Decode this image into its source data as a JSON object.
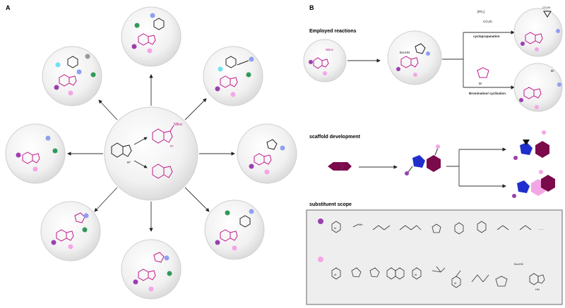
{
  "panel_a": {
    "label": "A"
  },
  "panel_b": {
    "label": "B"
  },
  "center": {
    "label_top": "NBoc",
    "sub_r1": "R¹",
    "sub_r2": "R²"
  },
  "reactions": {
    "title": "Employed reactions",
    "reagent_rh": "[Rh₂]",
    "reagent_diazo": "CO₂Et",
    "label_top": "cyclopropanation",
    "label_bottom": "Bromination/ cyclization",
    "start_label": "NBoc",
    "bochn": "BocHN",
    "product_co2et": "CO₂Et",
    "product_br": "Br"
  },
  "scaffold": {
    "title": "scaffold development"
  },
  "scope": {
    "title": "substituent scope",
    "row1_tail": "......",
    "row2_bochn": "BocHN",
    "row2_hn": "HN",
    "ar": "Ar",
    "me": "Me"
  },
  "colors": {
    "magenta": "#c2188b",
    "blue": "#1f2ecc",
    "wine": "#7a0a4a",
    "pink": "#f3a6e6",
    "purple": "#9b3fb0",
    "green": "#2f9a5a",
    "ltblue": "#8fa0f0",
    "cyan": "#6fe3f2",
    "grey": "#9a9a9a"
  }
}
